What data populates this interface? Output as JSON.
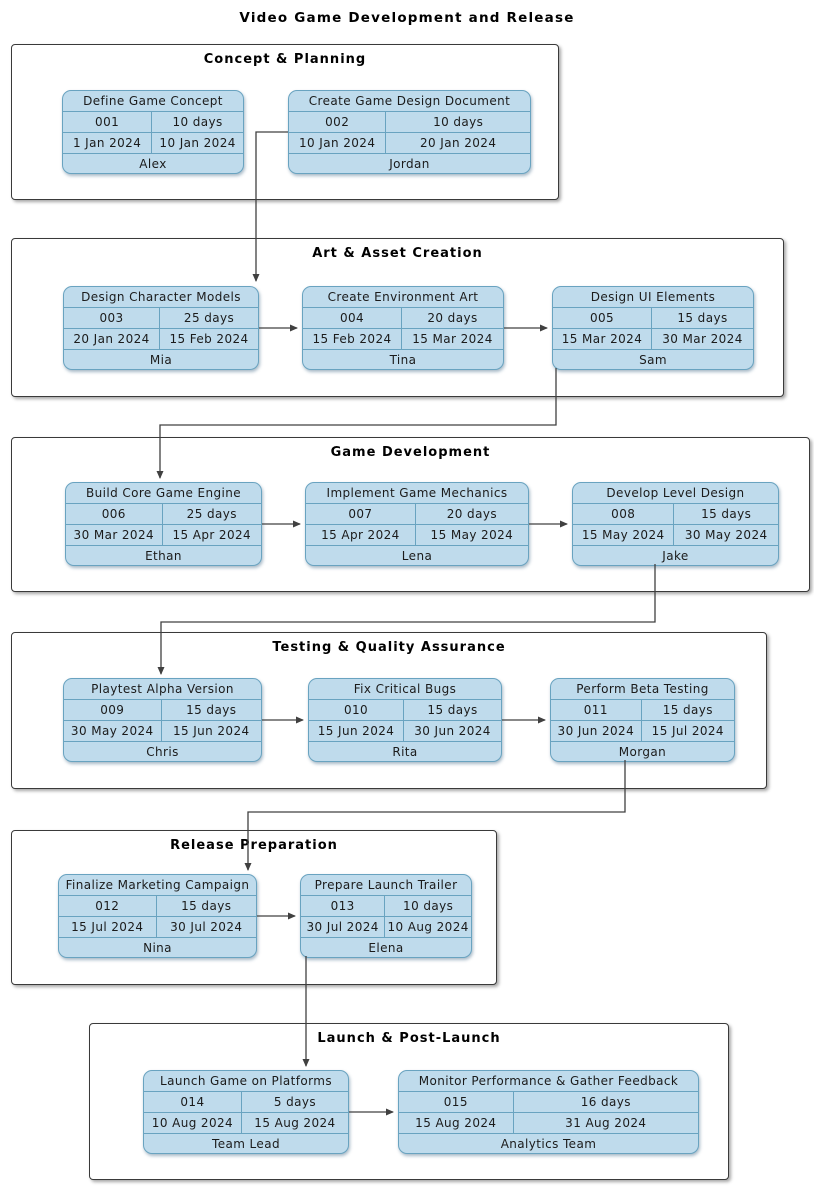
{
  "title": "Video Game Development and Release",
  "colors": {
    "card_fill": "#bfdbec",
    "card_border": "#69a3c0",
    "section_border": "#3a3a3a",
    "connector": "#404040",
    "text": "#1b1b1b"
  },
  "phases": [
    {
      "label": "Concept & Planning",
      "tasks": [
        {
          "name": "Define Game Concept",
          "id": "001",
          "duration": "10 days",
          "start": "1 Jan 2024",
          "end": "10 Jan 2024",
          "owner": "Alex"
        },
        {
          "name": "Create Game Design Document",
          "id": "002",
          "duration": "10 days",
          "start": "10 Jan 2024",
          "end": "20 Jan 2024",
          "owner": "Jordan"
        }
      ]
    },
    {
      "label": "Art & Asset Creation",
      "tasks": [
        {
          "name": "Design Character Models",
          "id": "003",
          "duration": "25 days",
          "start": "20 Jan 2024",
          "end": "15 Feb 2024",
          "owner": "Mia"
        },
        {
          "name": "Create Environment Art",
          "id": "004",
          "duration": "20 days",
          "start": "15 Feb 2024",
          "end": "15 Mar 2024",
          "owner": "Tina"
        },
        {
          "name": "Design UI Elements",
          "id": "005",
          "duration": "15 days",
          "start": "15 Mar 2024",
          "end": "30 Mar 2024",
          "owner": "Sam"
        }
      ]
    },
    {
      "label": "Game Development",
      "tasks": [
        {
          "name": "Build Core Game Engine",
          "id": "006",
          "duration": "25 days",
          "start": "30 Mar 2024",
          "end": "15 Apr 2024",
          "owner": "Ethan"
        },
        {
          "name": "Implement Game Mechanics",
          "id": "007",
          "duration": "20 days",
          "start": "15 Apr 2024",
          "end": "15 May 2024",
          "owner": "Lena"
        },
        {
          "name": "Develop Level Design",
          "id": "008",
          "duration": "15 days",
          "start": "15 May 2024",
          "end": "30 May 2024",
          "owner": "Jake"
        }
      ]
    },
    {
      "label": "Testing & Quality Assurance",
      "tasks": [
        {
          "name": "Playtest Alpha Version",
          "id": "009",
          "duration": "15 days",
          "start": "30 May 2024",
          "end": "15 Jun 2024",
          "owner": "Chris"
        },
        {
          "name": "Fix Critical Bugs",
          "id": "010",
          "duration": "15 days",
          "start": "15 Jun 2024",
          "end": "30 Jun 2024",
          "owner": "Rita"
        },
        {
          "name": "Perform Beta Testing",
          "id": "011",
          "duration": "15 days",
          "start": "30 Jun 2024",
          "end": "15 Jul 2024",
          "owner": "Morgan"
        }
      ]
    },
    {
      "label": "Release Preparation",
      "tasks": [
        {
          "name": "Finalize Marketing Campaign",
          "id": "012",
          "duration": "15 days",
          "start": "15 Jul 2024",
          "end": "30 Jul 2024",
          "owner": "Nina"
        },
        {
          "name": "Prepare Launch Trailer",
          "id": "013",
          "duration": "10 days",
          "start": "30 Jul 2024",
          "end": "10 Aug 2024",
          "owner": "Elena"
        }
      ]
    },
    {
      "label": "Launch & Post-Launch",
      "tasks": [
        {
          "name": "Launch Game on Platforms",
          "id": "014",
          "duration": "5 days",
          "start": "10 Aug 2024",
          "end": "15 Aug 2024",
          "owner": "Team Lead"
        },
        {
          "name": "Monitor Performance & Gather Feedback",
          "id": "015",
          "duration": "16 days",
          "start": "15 Aug 2024",
          "end": "31 Aug 2024",
          "owner": "Analytics Team"
        }
      ]
    }
  ],
  "connections": [
    {
      "from": "002",
      "to": "003"
    },
    {
      "from": "003",
      "to": "004"
    },
    {
      "from": "004",
      "to": "005"
    },
    {
      "from": "005",
      "to": "006"
    },
    {
      "from": "006",
      "to": "007"
    },
    {
      "from": "007",
      "to": "008"
    },
    {
      "from": "008",
      "to": "009"
    },
    {
      "from": "009",
      "to": "010"
    },
    {
      "from": "010",
      "to": "011"
    },
    {
      "from": "011",
      "to": "012"
    },
    {
      "from": "012",
      "to": "013"
    },
    {
      "from": "013",
      "to": "014"
    },
    {
      "from": "014",
      "to": "015"
    }
  ]
}
